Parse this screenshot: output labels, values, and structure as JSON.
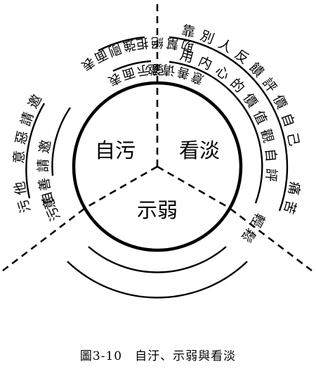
{
  "center_labels": {
    "self_blame": "自污",
    "dismiss": "看淡",
    "show_weak": "示弱"
  },
  "ring_text": {
    "inner_top_right": "用内心的價值觀自評",
    "outer_top_right": "靠別人反饋評價自己",
    "inner_right": "輕鬆",
    "outer_right": "痛苦",
    "inner_top_left": "邀請善意",
    "outer_top_left": "邀請惡意",
    "inner_left": "自污",
    "outer_left": "他污",
    "inner_bottom_1": "表面示弱",
    "inner_bottom_2": "邀请善意",
    "outer_bottom_1": "表面剛強",
    "outer_bottom_2": "拒絕幫助"
  },
  "caption": {
    "figure": "圖3-10",
    "title": "自汙、示弱與看淡"
  },
  "colors": {
    "ink": "#000000",
    "background": "#ffffff"
  }
}
